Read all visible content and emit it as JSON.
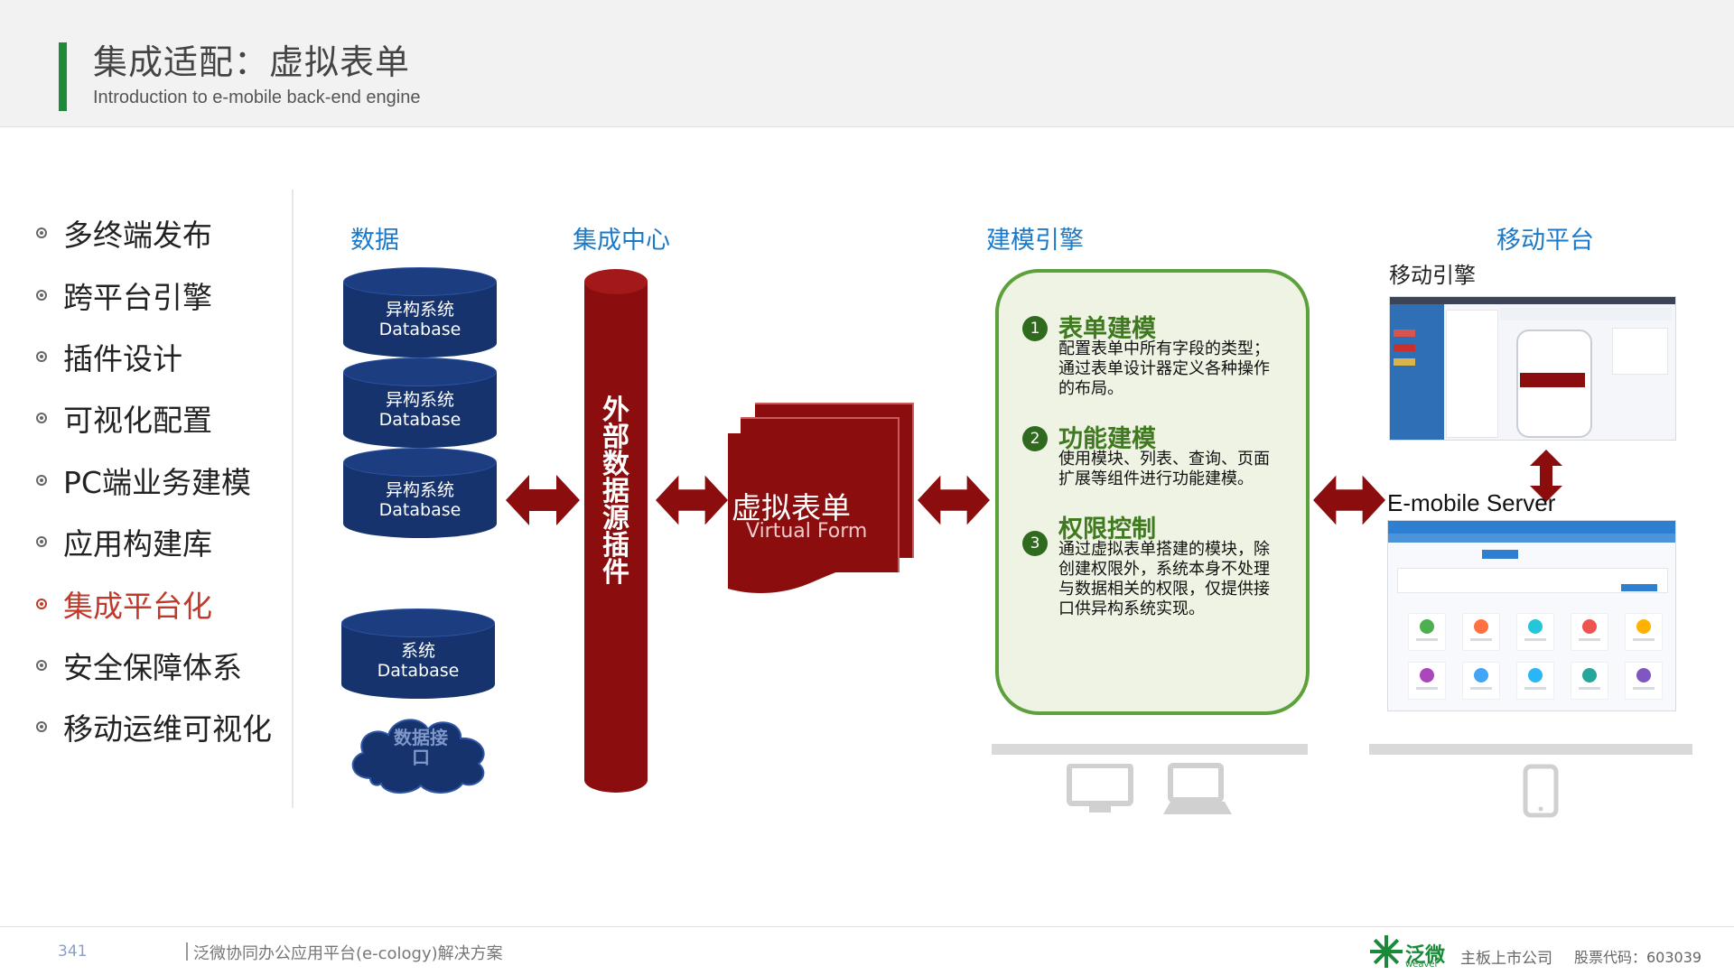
{
  "header": {
    "title": "集成适配：虚拟表单",
    "subtitle": "Introduction to e-mobile back-end engine",
    "accent_color": "#1f8a3a"
  },
  "nav": {
    "items": [
      {
        "label": "多终端发布",
        "active": false
      },
      {
        "label": "跨平台引擎",
        "active": false
      },
      {
        "label": "插件设计",
        "active": false
      },
      {
        "label": "可视化配置",
        "active": false
      },
      {
        "label": "PC端业务建模",
        "active": false
      },
      {
        "label": "应用构建库",
        "active": false
      },
      {
        "label": "集成平台化",
        "active": true
      },
      {
        "label": "安全保障体系",
        "active": false
      },
      {
        "label": "移动运维可视化",
        "active": false
      }
    ],
    "active_color": "#c0392b"
  },
  "sections": {
    "data": "数据",
    "integration_center": "集成中心",
    "modeling_engine": "建模引擎",
    "mobile_platform": "移动平台"
  },
  "databases": [
    {
      "line1": "异构系统",
      "line2": "Database"
    },
    {
      "line1": "异构系统",
      "line2": "Database"
    },
    {
      "line1": "异构系统",
      "line2": "Database"
    },
    {
      "line1": "系统",
      "line2": "Database"
    }
  ],
  "cloud": {
    "label": "数据接口"
  },
  "pillar": {
    "label": "外部数据源插件"
  },
  "virtual_form": {
    "title": "虚拟表单",
    "subtitle": "Virtual Form"
  },
  "modeling": {
    "items": [
      {
        "num": "1",
        "title": "表单建模",
        "desc": "配置表单中所有字段的类型；通过表单设计器定义各种操作的布局。"
      },
      {
        "num": "2",
        "title": "功能建模",
        "desc": "使用模块、列表、查询、页面扩展等组件进行功能建模。"
      },
      {
        "num": "3",
        "title": "权限控制",
        "desc": "通过虚拟表单搭建的模块，除创建权限外，系统本身不处理与数据相关的权限，仅提供接口供异构系统实现。"
      }
    ]
  },
  "mobile": {
    "engine_label": "移动引擎",
    "server_label": "E-mobile Server"
  },
  "colors": {
    "dark_red": "#8b0d0d",
    "navy": "#16336e",
    "blue_text": "#1a7ac9",
    "green": "#5da13c"
  },
  "footer": {
    "page_number": "341",
    "text": "泛微协同办公应用平台(e-cology)解决方案",
    "logo_text": "泛微",
    "logo_sub": "weaver",
    "company": "主板上市公司",
    "stock": "股票代码：603039"
  }
}
